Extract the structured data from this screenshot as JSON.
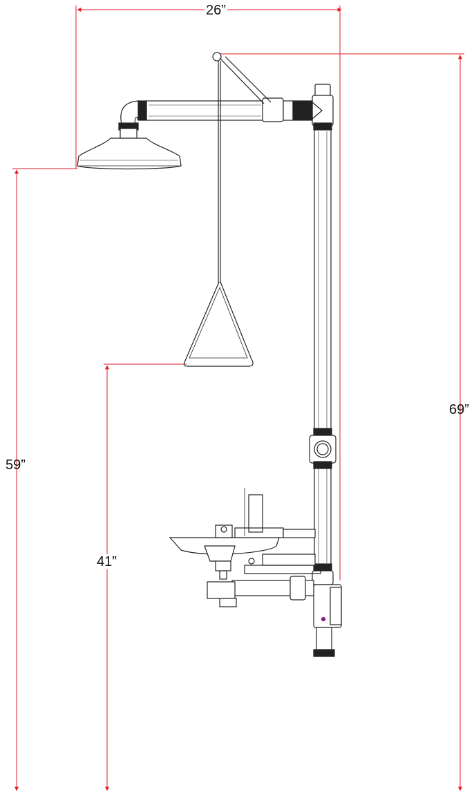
{
  "dimensions": {
    "width_label": "26”",
    "total_height_label": "69”",
    "showerhead_height_label": "59”",
    "pull_handle_height_label": "41”"
  },
  "colors": {
    "dimension_line": "#e31b23",
    "outline": "#222222",
    "fill": "#ffffff",
    "accent_dot": "#8a1c8a"
  }
}
